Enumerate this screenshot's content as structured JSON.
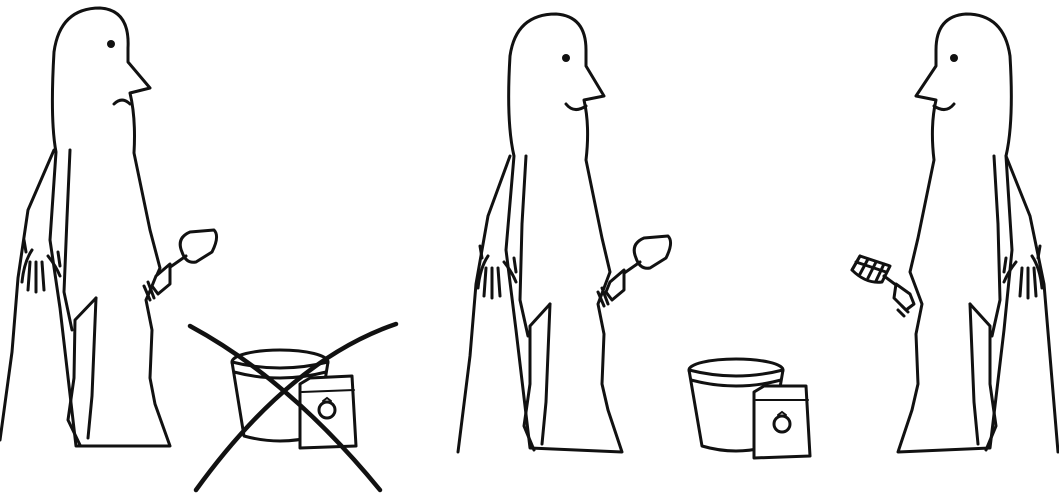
{
  "illustration": {
    "style": "black line drawing on white",
    "colors": {
      "stroke": "#111111",
      "background": "#ffffff"
    },
    "panels": [
      {
        "figure": "sad-person",
        "tool": "trowel",
        "items": [
          "bucket",
          "seed-packet"
        ],
        "crossed_out": true
      },
      {
        "figure": "happy-person",
        "tool": "trowel",
        "items": [
          "bucket",
          "seed-packet"
        ],
        "crossed_out": false
      },
      {
        "figure": "happy-person",
        "tool": "hand-fork",
        "items": [],
        "crossed_out": false
      }
    ]
  }
}
